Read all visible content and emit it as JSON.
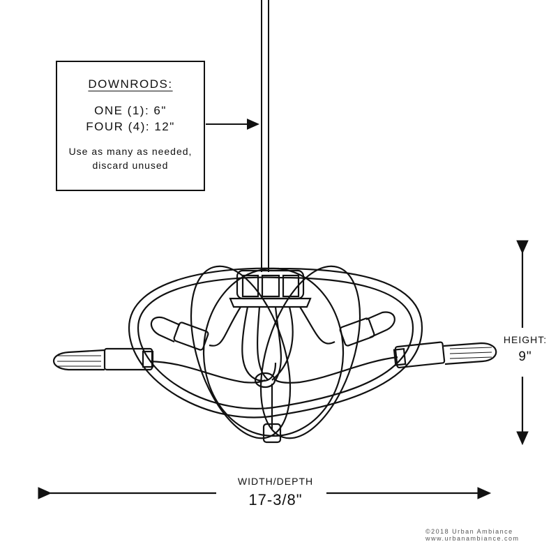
{
  "callout": {
    "title": "DOWNRODS:",
    "line1": "ONE (1): 6\"",
    "line2": "FOUR (4): 12\"",
    "note_line1": "Use as many as needed,",
    "note_line2": "discard unused"
  },
  "dimensions": {
    "height_label": "HEIGHT:",
    "height_value": "9\"",
    "width_label": "WIDTH/DEPTH",
    "width_value": "17-3/8\""
  },
  "copyright": {
    "line1": "©2018 Urban Ambiance",
    "line2": "www.urbanambiance.com"
  }
}
